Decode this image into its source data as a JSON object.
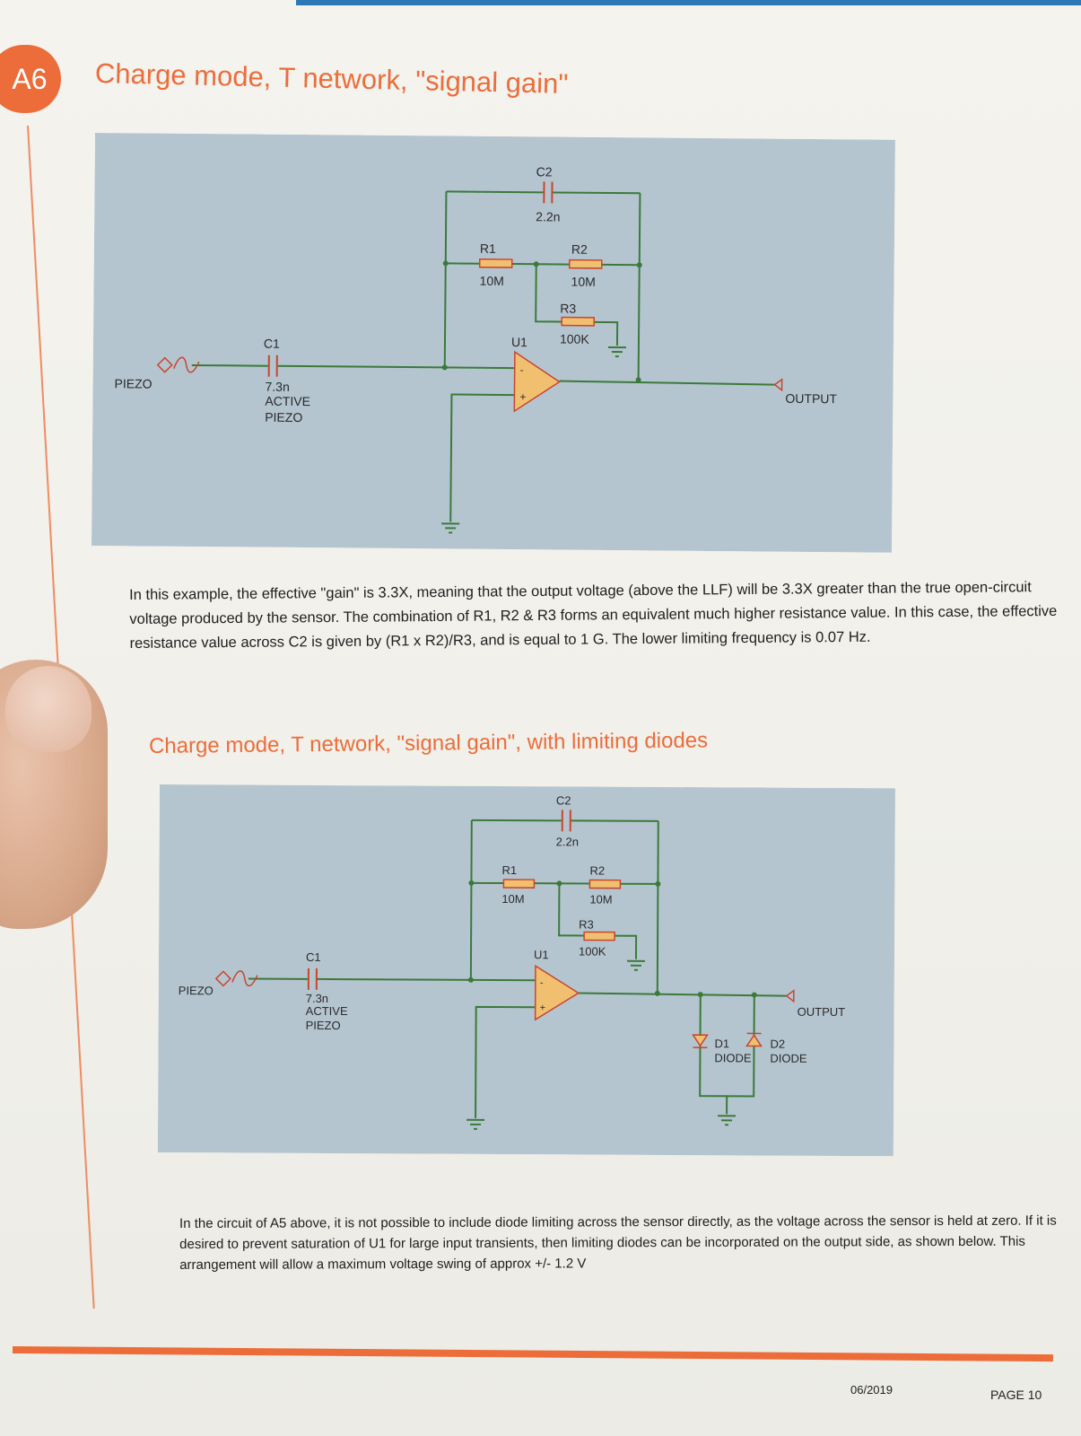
{
  "section": {
    "badge": "A6",
    "title": "Charge mode, T network, \"signal gain\""
  },
  "schematic_1": {
    "c2": {
      "ref": "C2",
      "value": "2.2n"
    },
    "r1": {
      "ref": "R1",
      "value": "10M"
    },
    "r2": {
      "ref": "R2",
      "value": "10M"
    },
    "r3": {
      "ref": "R3",
      "value": "100K"
    },
    "u1": "U1",
    "c1": {
      "ref": "C1",
      "value": "7.3n",
      "line2": "ACTIVE",
      "line3": "PIEZO"
    },
    "input_label": "PIEZO",
    "output_label": "OUTPUT",
    "opamp_minus": "-",
    "opamp_plus": "+"
  },
  "paragraph_1": "In this example, the effective \"gain\" is 3.3X, meaning that the output voltage (above the LLF) will be 3.3X greater than the true open-circuit voltage produced by the sensor. The combination of R1, R2 & R3 forms an equivalent much higher resistance value. In this case, the effective resistance value across C2 is given by (R1 x R2)/R3, and is equal to 1 G. The lower limiting frequency is 0.07 Hz.",
  "section_2": {
    "title": "Charge mode, T network, \"signal gain\", with limiting diodes"
  },
  "schematic_2": {
    "c2": {
      "ref": "C2",
      "value": "2.2n"
    },
    "r1": {
      "ref": "R1",
      "value": "10M"
    },
    "r2": {
      "ref": "R2",
      "value": "10M"
    },
    "r3": {
      "ref": "R3",
      "value": "100K"
    },
    "u1": "U1",
    "c1": {
      "ref": "C1",
      "value": "7.3n",
      "line2": "ACTIVE",
      "line3": "PIEZO"
    },
    "input_label": "PIEZO",
    "output_label": "OUTPUT",
    "opamp_minus": "-",
    "opamp_plus": "+",
    "d1": {
      "ref": "D1",
      "value": "DIODE"
    },
    "d2": {
      "ref": "D2",
      "value": "DIODE"
    }
  },
  "paragraph_2": "In the circuit of A5 above, it is not possible to include diode limiting across the sensor directly, as the voltage across the sensor is held at zero. If it is desired to prevent saturation of U1 for large input transients, then limiting diodes can be incorporated on the output side, as shown below. This arrangement will allow a maximum voltage swing of approx +/- 1.2 V",
  "footer": {
    "date": "06/2019",
    "page": "PAGE 10"
  },
  "colors": {
    "accent": "#ec6d3a",
    "schematic_bg": "#b5c5d0",
    "wire": "#3a7a3a",
    "component": "#c8462c",
    "component_fill": "#f0c070"
  }
}
